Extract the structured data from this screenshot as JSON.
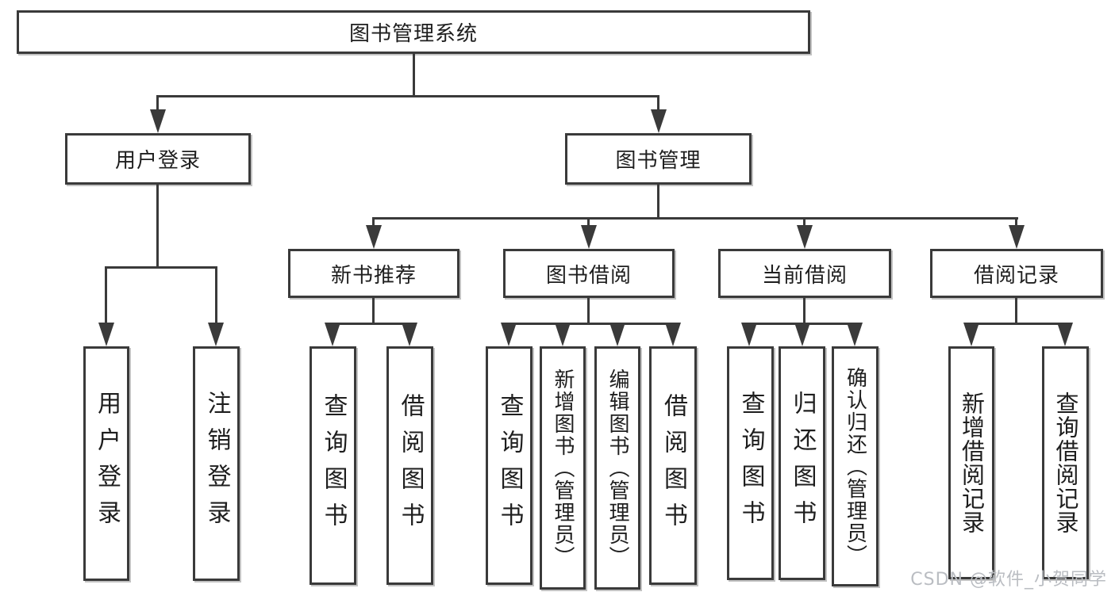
{
  "nodes": {
    "root": "图书管理系统",
    "user_login": "用户登录",
    "book_mgmt": "图书管理",
    "new_book_rec": "新书推荐",
    "book_borrow": "图书借阅",
    "current_borrow": "当前借阅",
    "borrow_record": "借阅记录",
    "ul_login": "用户登录",
    "ul_logout": "注销登录",
    "nb_query": "查询图书",
    "nb_borrow": "借阅图书",
    "bb_query": "查询图书",
    "bb_add": "新增图书（管理员）",
    "bb_edit": "编辑图书（管理员）",
    "bb_borrow": "借阅图书",
    "cb_query": "查询图书",
    "cb_return": "归还图书",
    "cb_confirm": "确认归还（管理员）",
    "br_add": "新增借阅记录",
    "br_query": "查询借阅记录"
  },
  "watermark": "CSDN @软件_小贺同学",
  "colors": {
    "line": "#3a3a3a",
    "text": "#1e1e1e",
    "watermark": "#babdc2",
    "background": "#ffffff"
  }
}
